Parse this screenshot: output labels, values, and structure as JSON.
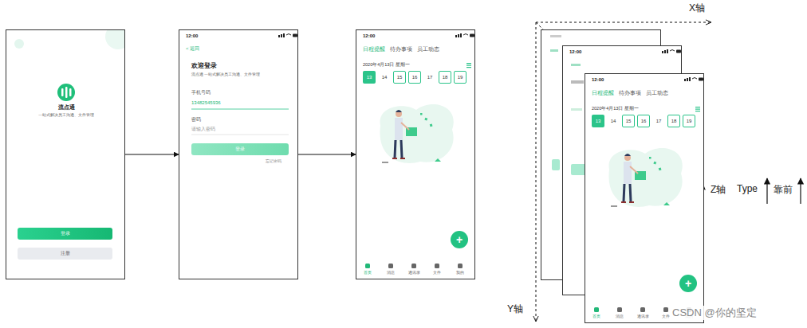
{
  "diagram": {
    "nodes": [
      {
        "text": [
          "流点通",
          "一站式解决员工沟通、文件管理"
        ]
      },
      {
        "text": [
          "登录"
        ],
        "in": 0
      },
      {
        "text": [
          "注册"
        ],
        "in": 0
      },
      {
        "text": [
          "12:00",
          "< 返回",
          "欢迎登录",
          "流点通 一站式解决员工沟通、文件管理",
          "手机号码",
          "13482545936",
          "密码",
          "请输入密码",
          "忘记密码"
        ]
      },
      {
        "text": [
          "登录"
        ],
        "in": 3
      },
      {
        "text": [
          "12:00",
          "日程提醒",
          "待办事项",
          "员工动态",
          "2020年4月13日 星期一",
          "首页",
          "消息",
          "通讯录",
          "文件",
          "我的"
        ]
      },
      {
        "text": [
          "13"
        ],
        "in": 5
      },
      {
        "text": [
          "14"
        ],
        "in": 5
      },
      {
        "text": [
          "15"
        ],
        "in": 5
      },
      {
        "text": [
          "16"
        ],
        "in": 5
      },
      {
        "text": [
          "17"
        ],
        "in": 5
      },
      {
        "text": [
          "18"
        ],
        "in": 5
      },
      {
        "text": [
          "19"
        ],
        "in": 5
      },
      {
        "text": [
          "+"
        ],
        "in": 5
      },
      {
        "text": [
          "12:00"
        ]
      },
      {
        "text": [
          "12:00",
          "日程提醒",
          "待办事项",
          "员工动态",
          "2020年4月13日 星期一",
          "首页",
          "消息",
          "通讯录",
          "文件",
          "我的"
        ]
      },
      {
        "text": [
          "13"
        ],
        "in": 15
      },
      {
        "text": [
          "14"
        ],
        "in": 15
      },
      {
        "text": [
          "15"
        ],
        "in": 15
      },
      {
        "text": [
          "16"
        ],
        "in": 15
      },
      {
        "text": [
          "17"
        ],
        "in": 15
      },
      {
        "text": [
          "18"
        ],
        "in": 15
      },
      {
        "text": [
          "19"
        ],
        "in": 15
      },
      {
        "text": [
          "+"
        ],
        "in": 15
      }
    ],
    "edges": [
      {
        "from": 0,
        "to": 3,
        "arrow": "to"
      },
      {
        "from": 3,
        "to": 5,
        "arrow": "to"
      }
    ],
    "labels": [
      "X轴",
      "Y轴",
      "Z轴",
      "Type",
      "靠前",
      "CSDN @你的坚定"
    ]
  }
}
